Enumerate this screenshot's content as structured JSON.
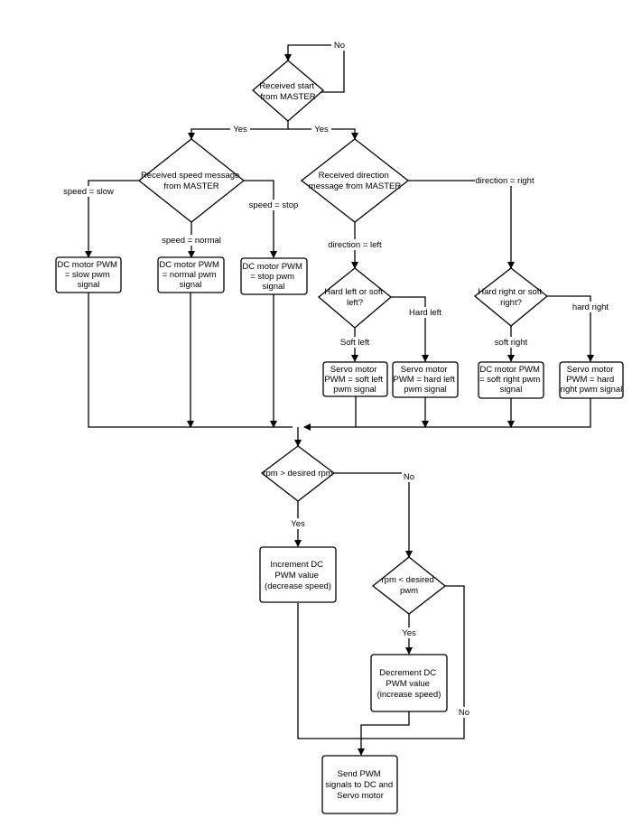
{
  "nodes": {
    "start": {
      "lines": [
        "Received start",
        "from MASTER"
      ]
    },
    "speed": {
      "lines": [
        "Received speed message",
        "from MASTER"
      ]
    },
    "direction": {
      "lines": [
        "Received direction",
        "message from MASTER"
      ]
    },
    "slow": {
      "lines": [
        "DC motor PWM",
        "= slow pwm",
        "signal"
      ]
    },
    "normal": {
      "lines": [
        "DC motor PWM",
        "= normal pwm",
        "signal"
      ]
    },
    "stop": {
      "lines": [
        "DC motor PWM",
        "= stop pwm",
        "signal"
      ]
    },
    "left_q": {
      "lines": [
        "Hard left or soft",
        "left?"
      ]
    },
    "right_q": {
      "lines": [
        "Hard right or soft",
        "right?"
      ]
    },
    "soft_left": {
      "lines": [
        "Servo motor",
        "PWM = soft left",
        "pwm signal"
      ]
    },
    "hard_left": {
      "lines": [
        "Servo motor",
        "PWM = hard left",
        "pwm signal"
      ]
    },
    "soft_right": {
      "lines": [
        "DC motor PWM",
        "= soft right pwm",
        "signal"
      ]
    },
    "hard_right": {
      "lines": [
        "Servo motor",
        "PWM = hard",
        "right pwm signal"
      ]
    },
    "rpm_gt": {
      "lines": [
        "rpm > desired rpm"
      ]
    },
    "increment": {
      "lines": [
        "Increment DC",
        "PWM value",
        "(decrease speed)"
      ]
    },
    "rpm_lt": {
      "lines": [
        "rpm < desired",
        "pwm"
      ]
    },
    "decrement": {
      "lines": [
        "Decrement DC",
        "PWM value",
        "(increase speed)"
      ]
    },
    "send": {
      "lines": [
        "Send PWM",
        "signals to DC and",
        "Servo motor"
      ]
    }
  },
  "edge_labels": {
    "no_top": "No",
    "yes_left": "Yes",
    "yes_right": "Yes",
    "speed_slow": "speed = slow",
    "speed_normal": "speed = normal",
    "speed_stop": "speed = stop",
    "dir_left": "direction = left",
    "dir_right": "direction = right",
    "hard_left": "Hard left",
    "soft_left": "Soft left",
    "soft_right": "soft right",
    "hard_right": "hard right",
    "yes_rpm": "Yes",
    "no_rpm": "No",
    "yes_rpm2": "Yes",
    "no_rpm2": "No"
  }
}
